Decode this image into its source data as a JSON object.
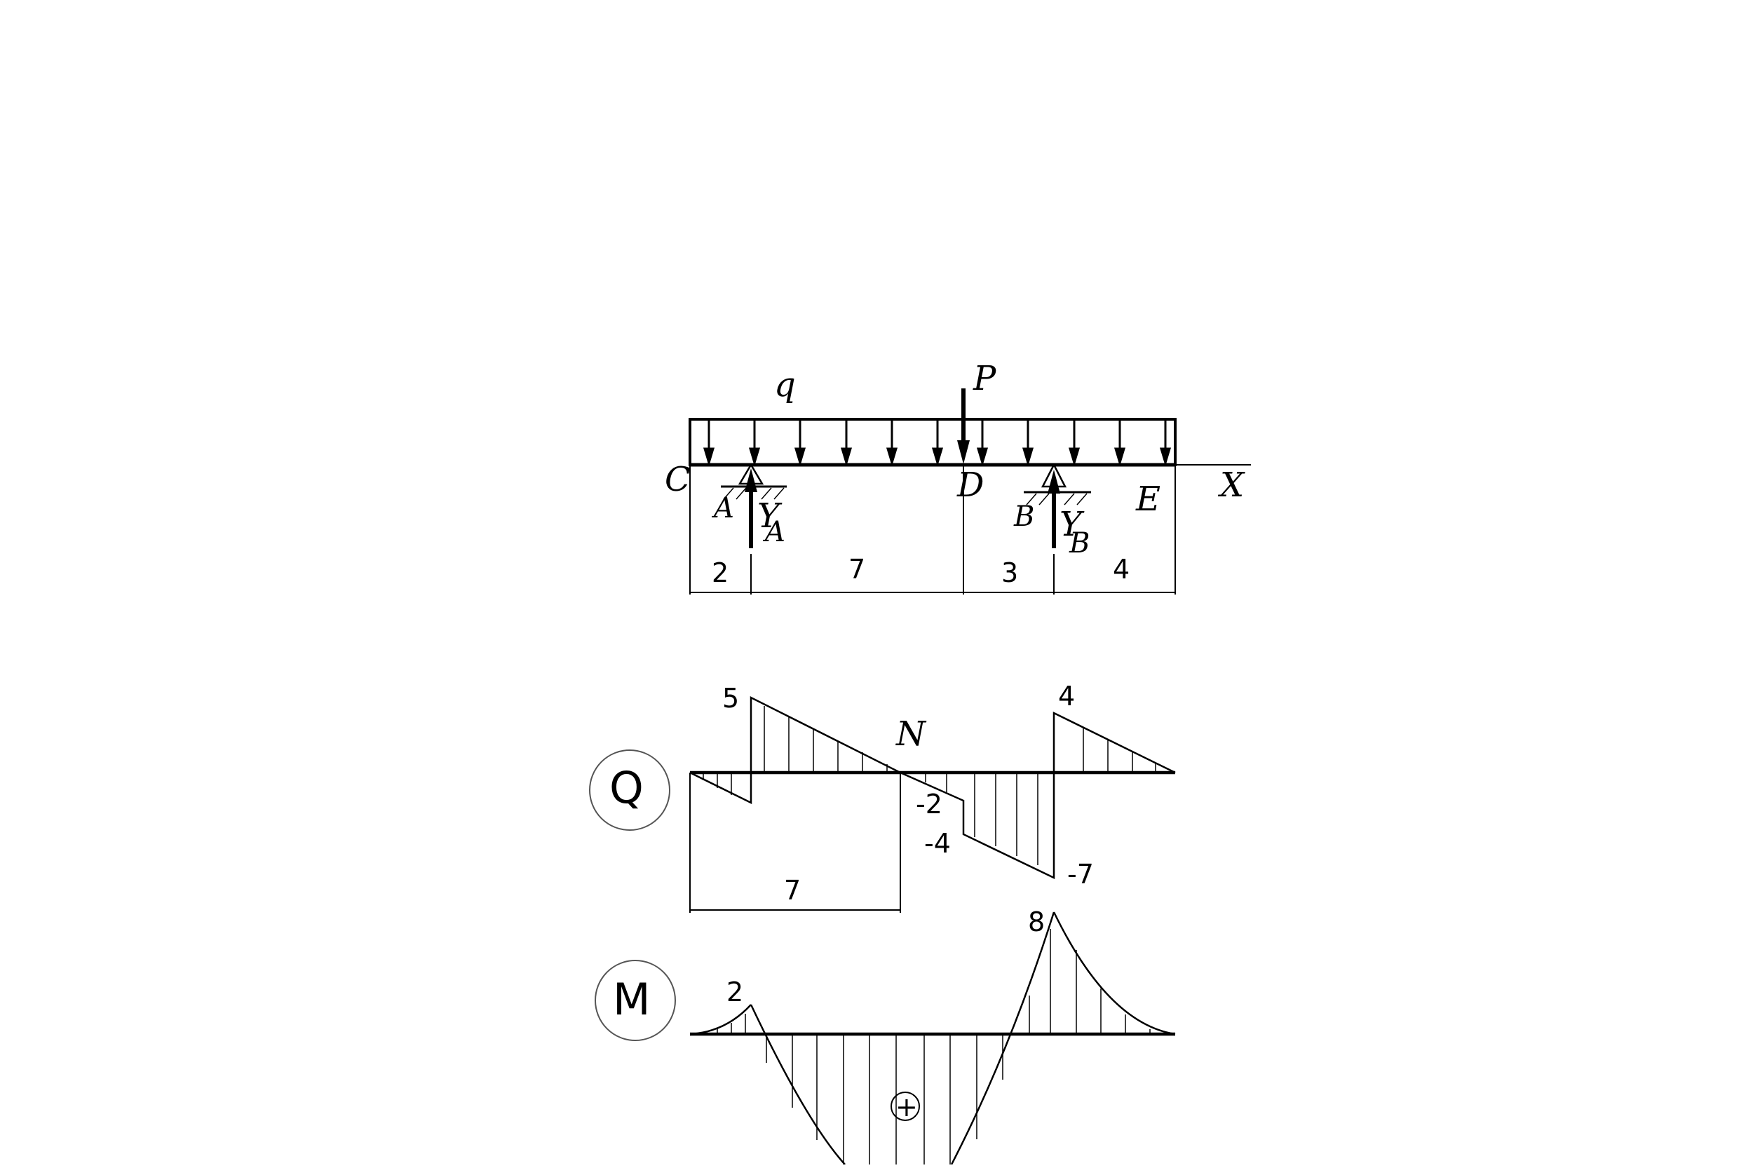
{
  "beam": {
    "load_label": "q",
    "force_label": "P",
    "points": {
      "c": "C",
      "a": "A",
      "d": "D",
      "b": "B",
      "e": "E"
    },
    "axis_label": "X",
    "reactions": {
      "a_main": "Y",
      "a_sub": "A",
      "b_main": "Y",
      "b_sub": "B"
    },
    "spans": [
      "2",
      "7",
      "3",
      "4"
    ],
    "span_values": [
      2,
      7,
      3,
      4
    ]
  },
  "shear": {
    "label": "Q",
    "point_label": "N",
    "values": [
      "5",
      "-2",
      "-4",
      "-7",
      "4"
    ],
    "dimension": "7"
  },
  "moment": {
    "label": "M",
    "values": [
      "2",
      "8"
    ],
    "sign": "+"
  },
  "colors": {
    "line": "#000000",
    "background": "#ffffff",
    "hatch": "#000000",
    "circle": "#555555"
  }
}
